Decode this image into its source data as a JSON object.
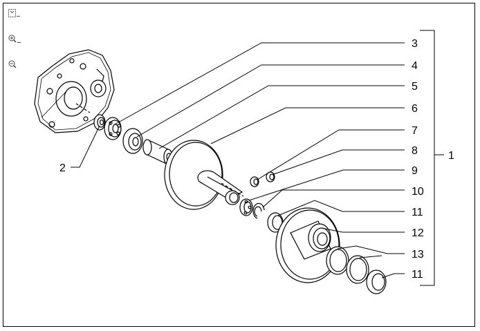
{
  "toolbar": {
    "items": [
      {
        "icon": "fit-page-icon"
      },
      {
        "icon": "zoom-in-icon"
      },
      {
        "icon": "zoom-out-icon"
      }
    ]
  },
  "diagram": {
    "callouts": [
      {
        "label": "1"
      },
      {
        "label": "2"
      },
      {
        "label": "3"
      },
      {
        "label": "4"
      },
      {
        "label": "5"
      },
      {
        "label": "6"
      },
      {
        "label": "7"
      },
      {
        "label": "8"
      },
      {
        "label": "9"
      },
      {
        "label": "10"
      },
      {
        "label": "11"
      },
      {
        "label": "12"
      },
      {
        "label": "13"
      },
      {
        "label": "11"
      }
    ]
  }
}
